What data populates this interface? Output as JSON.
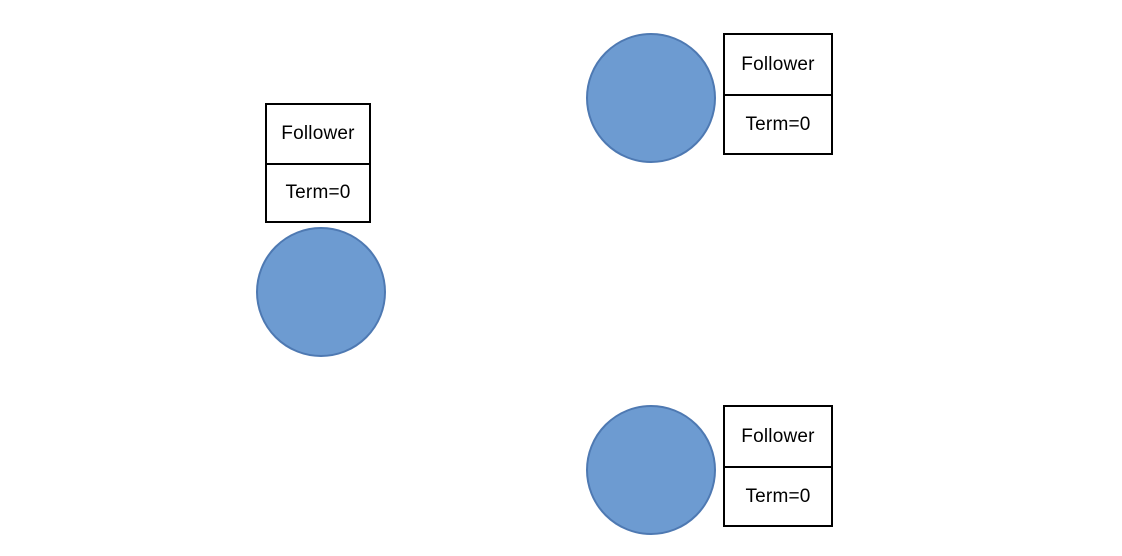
{
  "colors": {
    "node_fill": "#6D9BD1",
    "node_border": "#4E79B2",
    "label_box_border": "#000000",
    "label_text": "#000000",
    "background": "#FFFFFF"
  },
  "nodes": [
    {
      "state": "Follower",
      "term": "Term=0"
    },
    {
      "state": "Follower",
      "term": "Term=0"
    },
    {
      "state": "Follower",
      "term": "Term=0"
    }
  ]
}
